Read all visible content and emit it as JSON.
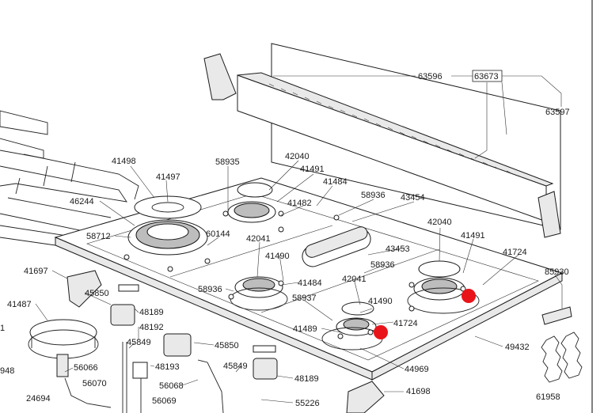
{
  "labels": {
    "l63596": "63596",
    "l63673": "63673",
    "l63597": "63597",
    "l41498": "41498",
    "l41497": "41497",
    "l58935": "58935",
    "l42040a": "42040",
    "l41491a": "41491",
    "l41484a": "41484",
    "l58936a": "58936",
    "l43454": "43454",
    "l46244": "46244",
    "l41482": "41482",
    "l58712": "58712",
    "l60144": "60144",
    "l42041a": "42041",
    "l42040b": "42040",
    "l41491b": "41491",
    "l43453": "43453",
    "l41490a": "41490",
    "l58936b": "58936",
    "l41724a": "41724",
    "l41697": "41697",
    "l85930": "85930",
    "l58936c": "58936",
    "l41484b": "41484",
    "l42041b": "42041",
    "l45850a": "45850",
    "l41487": "41487",
    "l48189a": "48189",
    "l58937": "58937",
    "l41490b": "41490",
    "l48192": "48192",
    "l41489": "41489",
    "l41724b": "41724",
    "l45849a": "45849",
    "l45850b": "45850",
    "l49432": "49432",
    "l56066": "56066",
    "l48193": "48193",
    "l45849b": "45849",
    "l44969": "44969",
    "l948": "948",
    "l56070": "56070",
    "l48189b": "48189",
    "l56068": "56068",
    "l41698": "41698",
    "l61958": "61958",
    "l24694": "24694",
    "l56069": "56069",
    "l55226": "55226",
    "l1": "1"
  },
  "colors": {
    "line": "#222222",
    "part_fill": "#ffffff",
    "shade": "#e9e9e9",
    "marker": "#e8141a"
  }
}
